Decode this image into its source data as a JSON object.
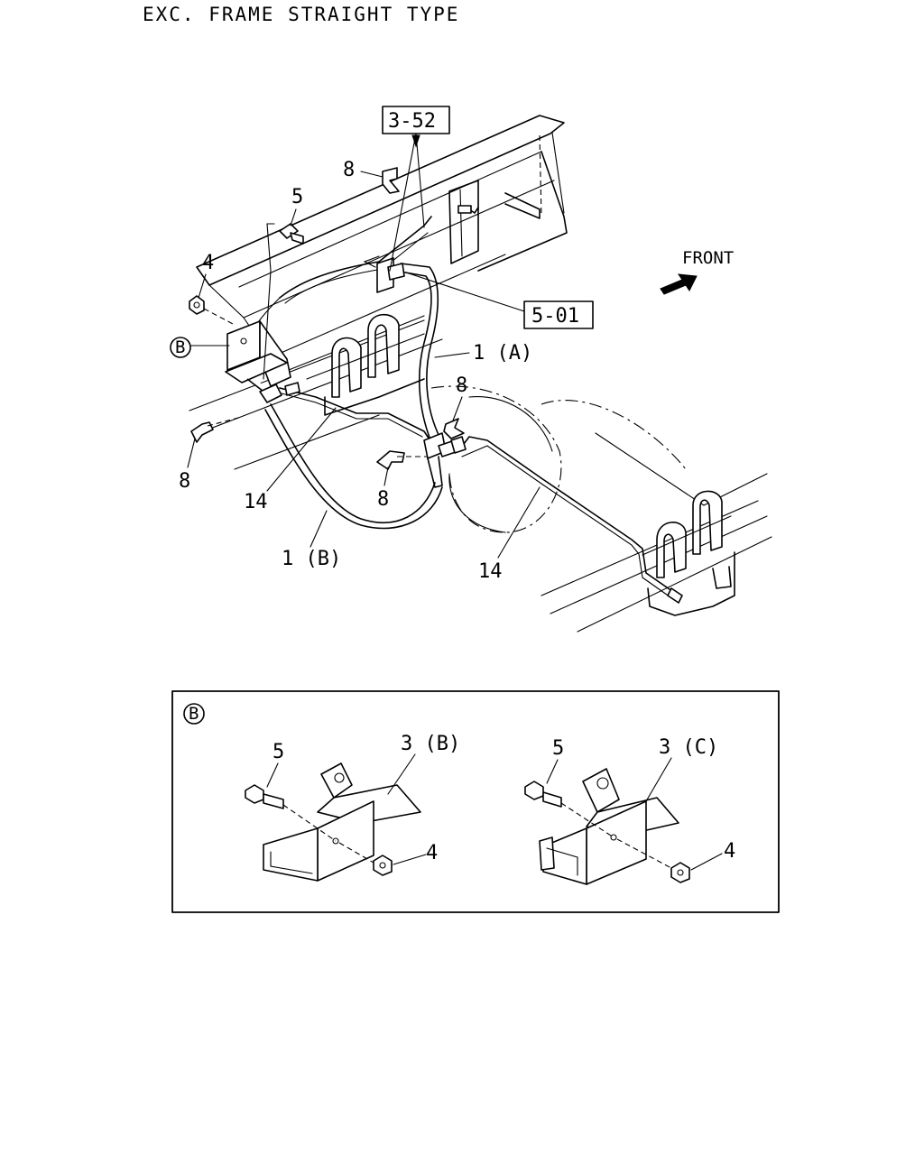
{
  "title": "EXC. FRAME STRAIGHT TYPE",
  "direction": "FRONT",
  "refs": {
    "ref_3_52": "3-52",
    "ref_5_01": "5-01"
  },
  "callouts": {
    "detail_marker": "B",
    "part_8_top": "8",
    "part_5_top": "5",
    "part_4_top": "4",
    "part_1A": "1 (A)",
    "part_8_mid": "8",
    "part_8_left": "8",
    "part_8_low": "8",
    "part_14_left": "14",
    "part_1B": "1 (B)",
    "part_14_right": "14"
  },
  "detail": {
    "marker": "B",
    "left_bolt": "5",
    "left_bracket": "3 (B)",
    "left_nut": "4",
    "right_bolt": "5",
    "right_bracket": "3 (C)",
    "right_nut": "4"
  }
}
